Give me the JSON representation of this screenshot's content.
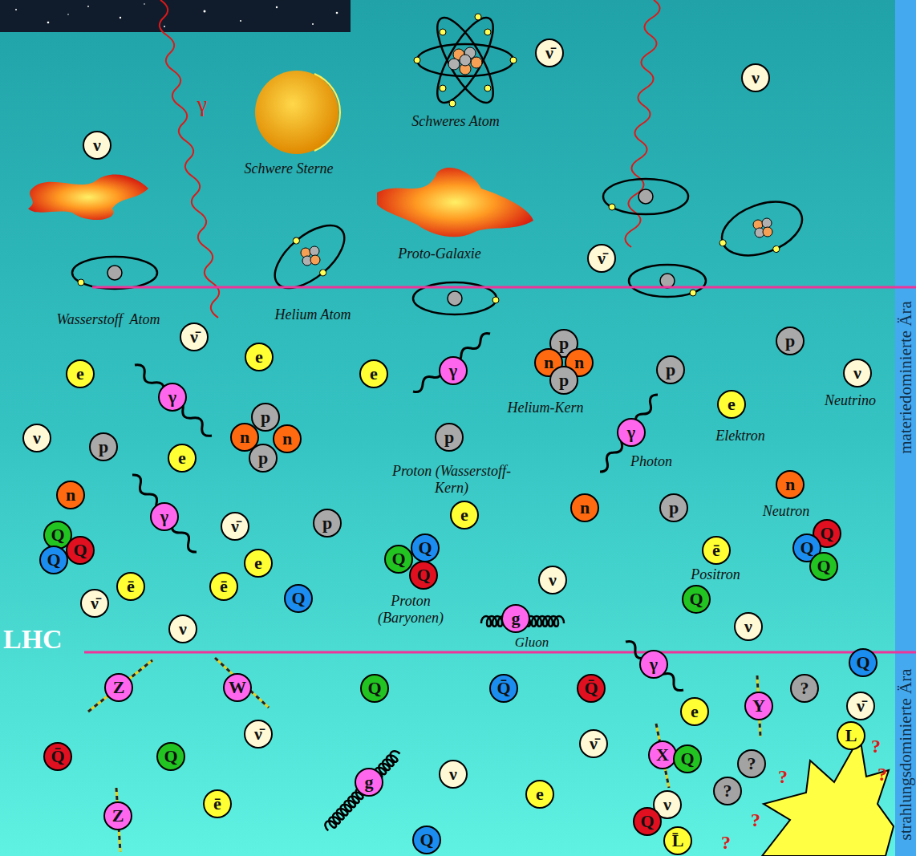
{
  "diagram": {
    "nodes": [
      {
        "text": [
          "ν̄"
        ]
      },
      {
        "text": [
          "ν"
        ]
      },
      {
        "text": [
          "ν"
        ]
      },
      {
        "text": [
          "ν̄"
        ]
      },
      {
        "text": [
          "p"
        ]
      },
      {
        "text": [
          "ν̄"
        ]
      },
      {
        "text": [
          "e"
        ]
      },
      {
        "text": [
          "γ"
        ]
      },
      {
        "text": [
          "e"
        ]
      },
      {
        "text": [
          "e"
        ]
      },
      {
        "text": [
          "γ"
        ]
      },
      {
        "text": [
          "p"
        ]
      },
      {
        "text": [
          "n"
        ]
      },
      {
        "text": [
          "n"
        ]
      },
      {
        "text": [
          "p"
        ]
      },
      {
        "text": [
          "p"
        ]
      },
      {
        "text": [
          "ν"
        ]
      },
      {
        "text": [
          "ν"
        ]
      },
      {
        "text": [
          "p"
        ]
      },
      {
        "text": [
          "p"
        ]
      },
      {
        "text": [
          "n"
        ]
      },
      {
        "text": [
          "n"
        ]
      },
      {
        "text": [
          "p"
        ]
      },
      {
        "text": [
          "e"
        ]
      },
      {
        "text": [
          "p"
        ]
      },
      {
        "text": [
          "e"
        ]
      },
      {
        "text": [
          "γ"
        ]
      },
      {
        "text": [
          "n"
        ]
      },
      {
        "text": [
          "γ"
        ]
      },
      {
        "text": [
          "ν̄"
        ]
      },
      {
        "text": [
          "p"
        ]
      },
      {
        "text": [
          "e"
        ]
      },
      {
        "text": [
          "n"
        ]
      },
      {
        "text": [
          "p"
        ]
      },
      {
        "text": [
          "n"
        ]
      },
      {
        "text": [
          "Q"
        ]
      },
      {
        "text": [
          "Q"
        ]
      },
      {
        "text": [
          "Q"
        ]
      },
      {
        "text": [
          "ē"
        ]
      },
      {
        "text": [
          "ν̄"
        ]
      },
      {
        "text": [
          "ē"
        ]
      },
      {
        "text": [
          "e"
        ]
      },
      {
        "text": [
          "Q"
        ]
      },
      {
        "text": [
          "Q"
        ]
      },
      {
        "text": [
          "Q"
        ]
      },
      {
        "text": [
          "Q"
        ]
      },
      {
        "text": [
          "ν"
        ]
      },
      {
        "text": [
          "ē"
        ]
      },
      {
        "text": [
          "Q"
        ]
      },
      {
        "text": [
          "Q"
        ]
      },
      {
        "text": [
          "Q"
        ]
      },
      {
        "text": [
          "Q"
        ]
      },
      {
        "text": [
          "ν"
        ]
      },
      {
        "text": [
          "g"
        ]
      },
      {
        "text": [
          "ν"
        ]
      },
      {
        "text": [
          "γ"
        ]
      },
      {
        "text": [
          "Q"
        ]
      },
      {
        "text": [
          "Z"
        ]
      },
      {
        "text": [
          "W"
        ]
      },
      {
        "text": [
          "Q"
        ]
      },
      {
        "text": [
          "Q̄"
        ]
      },
      {
        "text": [
          "Q̄"
        ]
      },
      {
        "text": [
          "?"
        ]
      },
      {
        "text": [
          "Y"
        ]
      },
      {
        "text": [
          "ν̄"
        ]
      },
      {
        "text": [
          "e"
        ]
      },
      {
        "text": [
          "L"
        ]
      },
      {
        "text": [
          "Q̄"
        ]
      },
      {
        "text": [
          "Q"
        ]
      },
      {
        "text": [
          "ν̄"
        ]
      },
      {
        "text": [
          "ν̄"
        ]
      },
      {
        "text": [
          "X"
        ]
      },
      {
        "text": [
          "Q"
        ]
      },
      {
        "text": [
          "?"
        ]
      },
      {
        "text": [
          "?"
        ]
      },
      {
        "text": [
          "g"
        ]
      },
      {
        "text": [
          "ν"
        ]
      },
      {
        "text": [
          "e"
        ]
      },
      {
        "text": [
          "Z"
        ]
      },
      {
        "text": [
          "ē"
        ]
      },
      {
        "text": [
          "ν"
        ]
      },
      {
        "text": [
          "Q"
        ]
      },
      {
        "text": [
          "Q"
        ]
      },
      {
        "text": [
          "L̄"
        ]
      }
    ],
    "labels": [
      "γ",
      "Schweres Atom",
      "Schwere Sterne",
      "Proto-Galaxie",
      "Wasserstoff  Atom",
      "Helium Atom",
      "Helium-Kern",
      "Neutrino",
      "Elektron",
      "Photon",
      "Proton (Wasserstoff-Kern)",
      "Neutron",
      "Positron",
      "Proton (Baryonen)",
      "LHC",
      "Gluon",
      "materiedominierte Ära",
      "strahlungsdominierte Ära",
      "?",
      "?",
      "?",
      "?",
      "?"
    ]
  }
}
